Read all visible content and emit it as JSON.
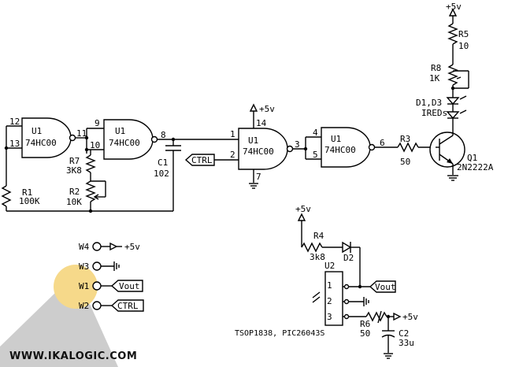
{
  "gates": {
    "g1": {
      "label": "U1",
      "part": "74HC00",
      "pin_a": "12",
      "pin_b": "13",
      "pin_out": "11"
    },
    "g2": {
      "label": "U1",
      "part": "74HC00",
      "pin_a": "9",
      "pin_b": "10",
      "pin_out": "8"
    },
    "g3": {
      "label": "U1",
      "part": "74HC00",
      "pin_a": "1",
      "pin_b": "2",
      "pin_out": "3",
      "pin_vcc": "14",
      "pin_gnd": "7"
    },
    "g4": {
      "label": "U1",
      "part": "74HC00",
      "pin_a": "4",
      "pin_b": "5",
      "pin_out": "6"
    }
  },
  "components": {
    "r1": {
      "name": "R1",
      "value": "100K"
    },
    "r7": {
      "name": "R7",
      "value": "3K8"
    },
    "r2": {
      "name": "R2",
      "value": "10K"
    },
    "c1": {
      "name": "C1",
      "value": "102"
    },
    "r3": {
      "name": "R3",
      "value": "50"
    },
    "q1": {
      "name": "Q1",
      "value": "2N2222A"
    },
    "r5": {
      "name": "R5",
      "value": "10"
    },
    "r8": {
      "name": "R8",
      "value": "1K"
    },
    "leds": {
      "name": "D1,D3",
      "value": "IREDs"
    },
    "r4": {
      "name": "R4",
      "value": "3k8"
    },
    "d2": {
      "name": "D2"
    },
    "u2": {
      "name": "U2",
      "pin1": "1",
      "pin2": "2",
      "pin3": "3",
      "caption": "TSOP1838, PIC26043S"
    },
    "r6": {
      "name": "R6",
      "value": "50"
    },
    "c2": {
      "name": "C2",
      "value": "33u"
    }
  },
  "supply": {
    "vcc": "+5v",
    "vcc_top": "+5v",
    "vcc_u2": "+5v",
    "vcc_u2_out": "+5v"
  },
  "nets": {
    "ctrl": "CTRL",
    "vout": "Vout"
  },
  "connector": {
    "w4": "W4",
    "w4_target": "+5v",
    "w3": "W3",
    "w1": "W1",
    "w1_target": "Vout",
    "w2": "W2",
    "w2_target": "CTRL"
  },
  "watermark": "WWW.IKALOGIC.COM",
  "colors": {
    "highlight": "#f6d98a",
    "beam": "#bcbcbc"
  }
}
